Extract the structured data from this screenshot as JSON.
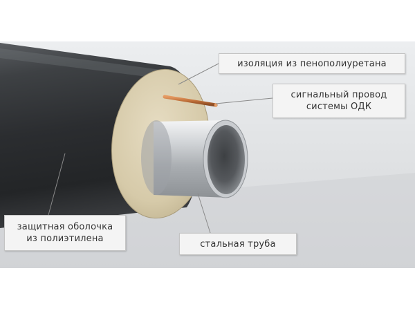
{
  "labels": {
    "insulation": [
      "изоляция из пенополиуретана"
    ],
    "signal_wire": [
      "сигнальный провод",
      "системы ОДК"
    ],
    "protective_shell": [
      "защитная оболочка",
      "из полиэтилена"
    ],
    "steel_pipe": [
      "стальная труба"
    ]
  },
  "colors": {
    "shell": "#2e3033",
    "insulation_foam": "#d9ceb0",
    "steel": "#b9bcbf",
    "copper_wire": "#c0703a",
    "background": "#e2e3e5"
  }
}
